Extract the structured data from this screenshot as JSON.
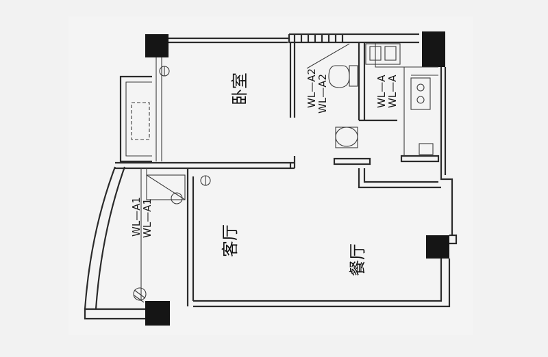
{
  "rooms": {
    "bedroom": "卧室",
    "living": "客厅",
    "dining": "餐厅"
  },
  "labels": {
    "bath_1": "WL—A2",
    "bath_2": "WL—A2",
    "kitchen_1": "WL—A",
    "kitchen_2": "WL—A",
    "balcony_1": "WL—A1",
    "balcony_2": "WL—A1"
  },
  "colors": {
    "paper": "#f4f4f4",
    "line": "#2a2a2a",
    "column": "#151515"
  }
}
